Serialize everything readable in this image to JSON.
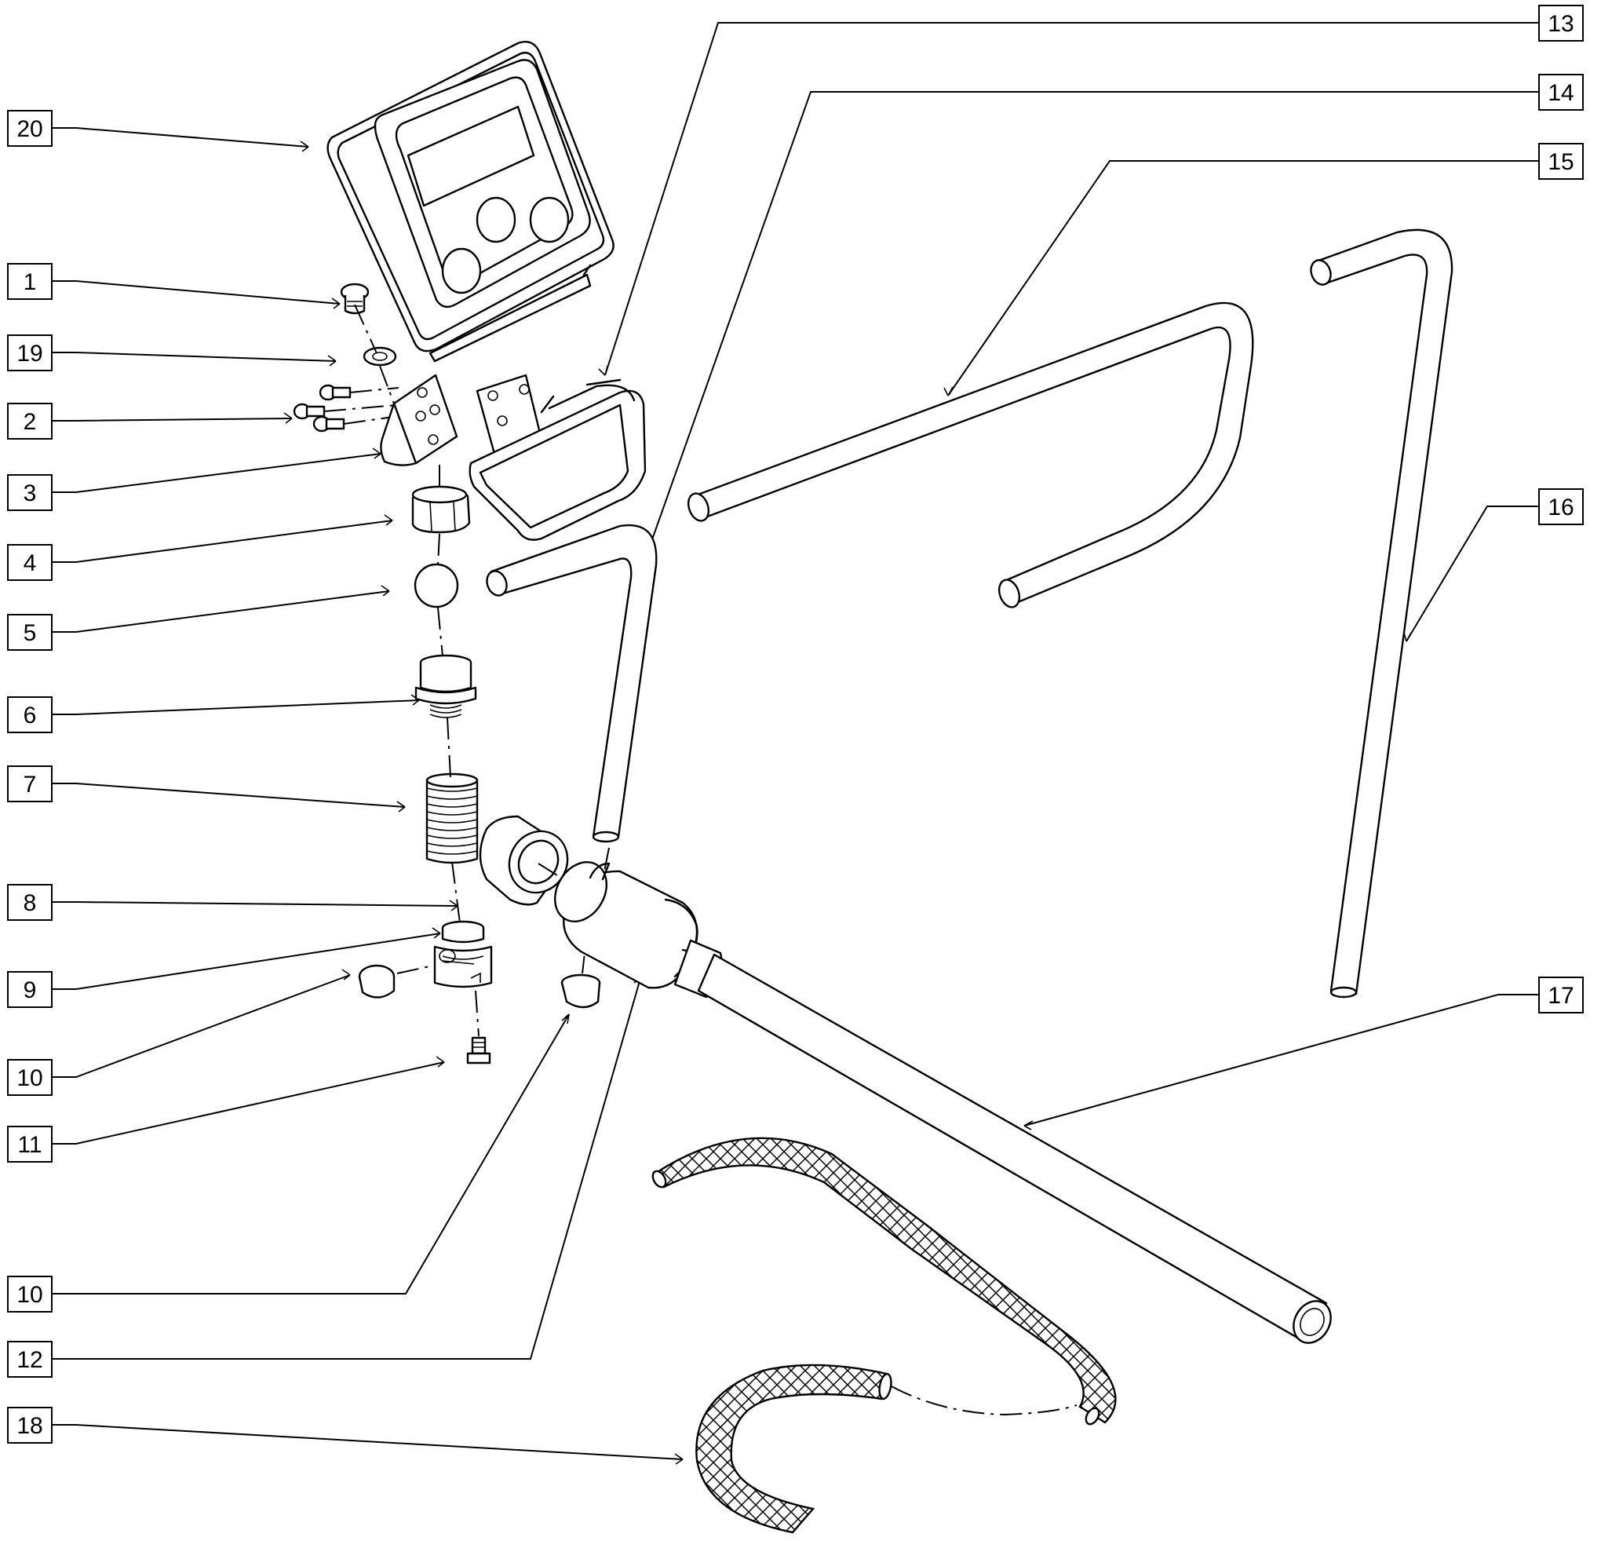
{
  "callouts": [
    {
      "id": "c1",
      "text": "1"
    },
    {
      "id": "c2",
      "text": "19"
    },
    {
      "id": "c3",
      "text": "2"
    },
    {
      "id": "c4",
      "text": "3"
    },
    {
      "id": "c5",
      "text": "4"
    },
    {
      "id": "c6",
      "text": "5"
    },
    {
      "id": "c7",
      "text": "6"
    },
    {
      "id": "c8",
      "text": "7"
    },
    {
      "id": "c9",
      "text": "8"
    },
    {
      "id": "c10",
      "text": "9"
    },
    {
      "id": "c11",
      "text": "10"
    },
    {
      "id": "c12",
      "text": "11"
    },
    {
      "id": "c13",
      "text": "10"
    },
    {
      "id": "c14",
      "text": "12"
    },
    {
      "id": "c15",
      "text": "18"
    },
    {
      "id": "c16",
      "text": "20"
    },
    {
      "id": "c17",
      "text": "13"
    },
    {
      "id": "c18",
      "text": "14"
    },
    {
      "id": "c19",
      "text": "15"
    },
    {
      "id": "c20",
      "text": "16"
    },
    {
      "id": "c21",
      "text": "17"
    }
  ]
}
